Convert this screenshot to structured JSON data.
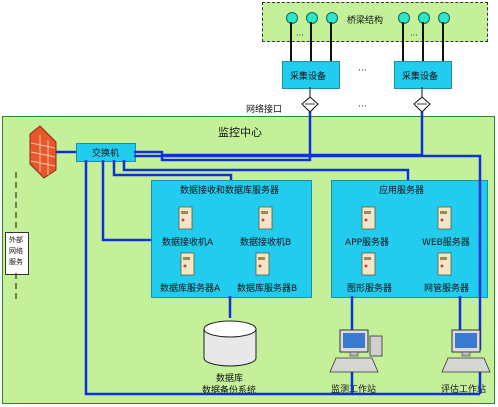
{
  "bridge": {
    "label": "桥梁结构",
    "dots": "···"
  },
  "collectors": [
    {
      "label": "采集设备"
    },
    {
      "label": "采集设备"
    }
  ],
  "ellipsis": "···",
  "network_port": "网络接口",
  "monitor_center": "监控中心",
  "switch": "交换机",
  "external": "外部网络服务",
  "receive_group": {
    "title": "数据接收和数据库服务器",
    "items": [
      "数据接收机A",
      "数据接收机B",
      "数据库服务器A",
      "数据库服务器B"
    ]
  },
  "app_group": {
    "title": "应用服务器",
    "items": [
      "APP服务器",
      "WEB服务器",
      "图形服务器",
      "网管服务器"
    ]
  },
  "database": {
    "line1": "数据库",
    "line2": "数据备份系统"
  },
  "workstations": [
    "监测工作站",
    "评估工作站"
  ],
  "colors": {
    "center_bg": "#c5f09a",
    "server_box": "#22ccee",
    "link": "#1030d8",
    "sensor": "#2ee6c8"
  }
}
